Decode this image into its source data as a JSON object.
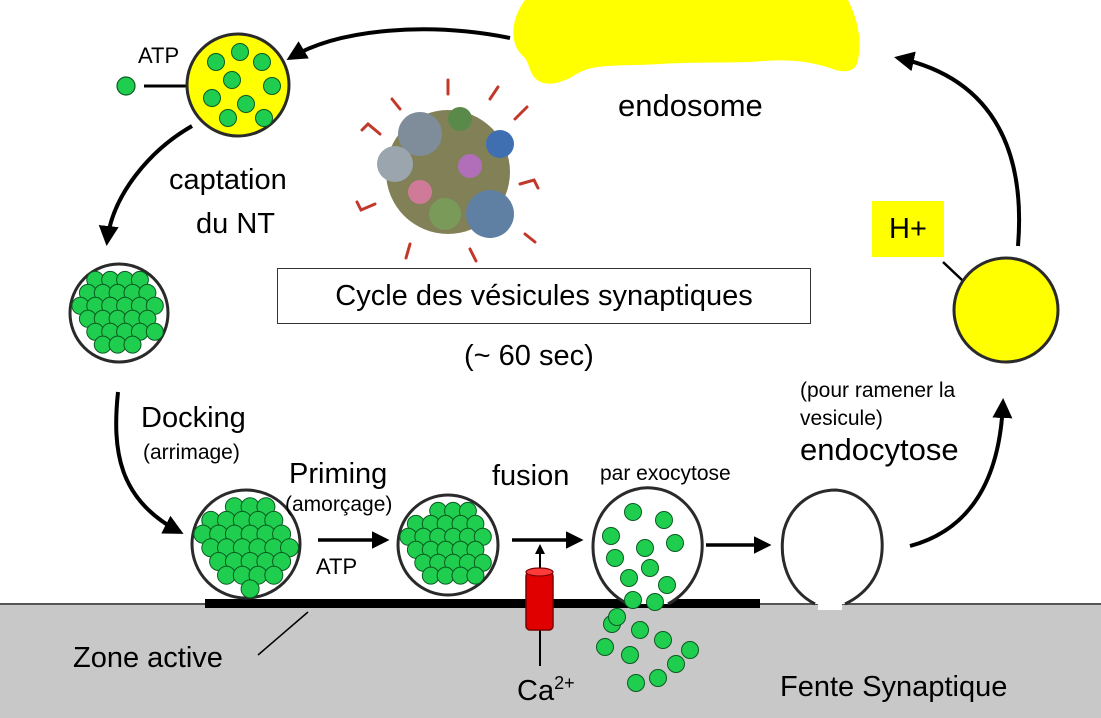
{
  "labels": {
    "endosome": "endosome",
    "atp_uptake": "ATP",
    "captation": "captation",
    "du_nt": "du NT",
    "docking": "Docking",
    "arrimage": "(arrimage)",
    "priming": "Priming",
    "amorcage": "(amorçage)",
    "atp_priming": "ATP",
    "fusion": "fusion",
    "par_exocytose": "par exocytose",
    "pour_ramener_1": "(pour ramener la",
    "pour_ramener_2": "vesicule)",
    "endocytose": "endocytose",
    "h_plus": "H+",
    "zone_active": "Zone active",
    "calcium": "Ca",
    "calcium_charge": "2+",
    "fente": "Fente Synaptique",
    "title": "Cycle des vésicules synaptiques",
    "duration": "(~ 60 sec)"
  },
  "colors": {
    "vesicle_yellow": "#ffff00",
    "neurotransmitter_green": "#1fce4f",
    "membrane_gray": "#c8c8c8",
    "calcium_channel_red": "#e00000"
  }
}
